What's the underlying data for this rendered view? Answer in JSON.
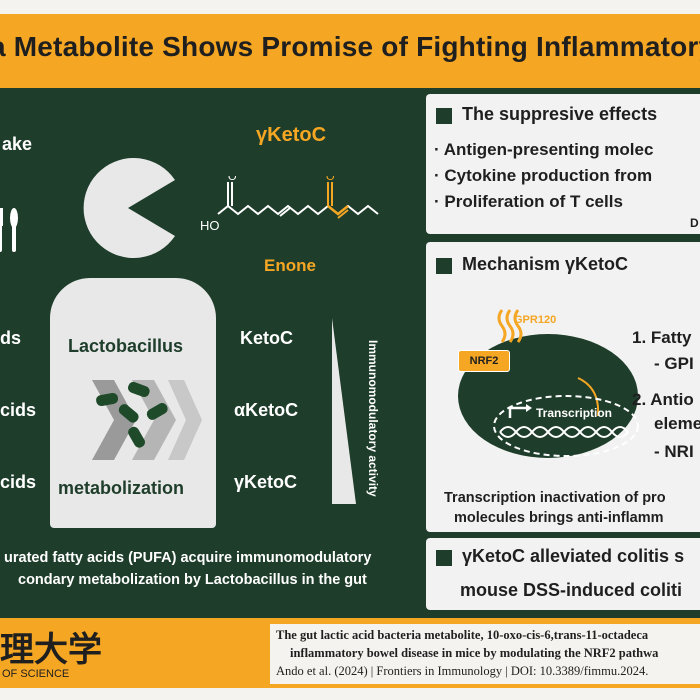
{
  "title": "a Metabolite Shows Promise of Fighting Inflammatory Bo",
  "left": {
    "intake_label": "ake",
    "fatty_acid_labels": [
      "ds",
      "cids",
      "cids"
    ],
    "gamma_ketoc_header": "γKetoC",
    "ho_label": "HO",
    "enone_label": "Enone",
    "lactobacillus_label": "Lactobacillus",
    "metabolization_label": "metabolization",
    "metabolites": [
      "KetoC",
      "αKetoC",
      "γKetoC"
    ],
    "immuno_axis_label": "Immunomodulatory activity",
    "caption_line1": "urated fatty acids (PUFA) acquire immunomodulatory",
    "caption_line2": "condary metabolization by Lactobacillus in the gut"
  },
  "suppressive": {
    "title": "The suppresive effects",
    "items": [
      "· Antigen-presenting molec",
      "· Cytokine production from",
      "· Proliferation of T cells"
    ],
    "trailing": "D"
  },
  "mechanism": {
    "title": "Mechanism γKetoC",
    "gpr_label": "GPR120",
    "nrf2_label": "NRF2",
    "transcription_label": "Transcription",
    "steps": [
      "1. Fatty",
      "- GPI",
      "2. Antio",
      "eleme",
      "- NRI"
    ],
    "footer_line1": "Transcription inactivation of pro",
    "footer_line2": "molecules brings anti-inflamm"
  },
  "colitis": {
    "line1": "γKetoC alleviated colitis s",
    "line2": "mouse DSS-induced coliti"
  },
  "footer": {
    "logo_text": "理大学",
    "logo_sub": "OF SCIENCE",
    "cite_line1": "The gut lactic acid bacteria metabolite, 10-oxo-cis-6,trans-11-octadeca",
    "cite_line2": "inflammatory bowel disease in mice by modulating the NRF2 pathwa",
    "cite_line3": "Ando et al. (2024) | Frontiers in Immunology | DOI: 10.3389/fimmu.2024."
  },
  "colors": {
    "accent": "#f5a623",
    "panel_bg": "#1e3d2a",
    "card_bg": "#f2f2f2"
  }
}
